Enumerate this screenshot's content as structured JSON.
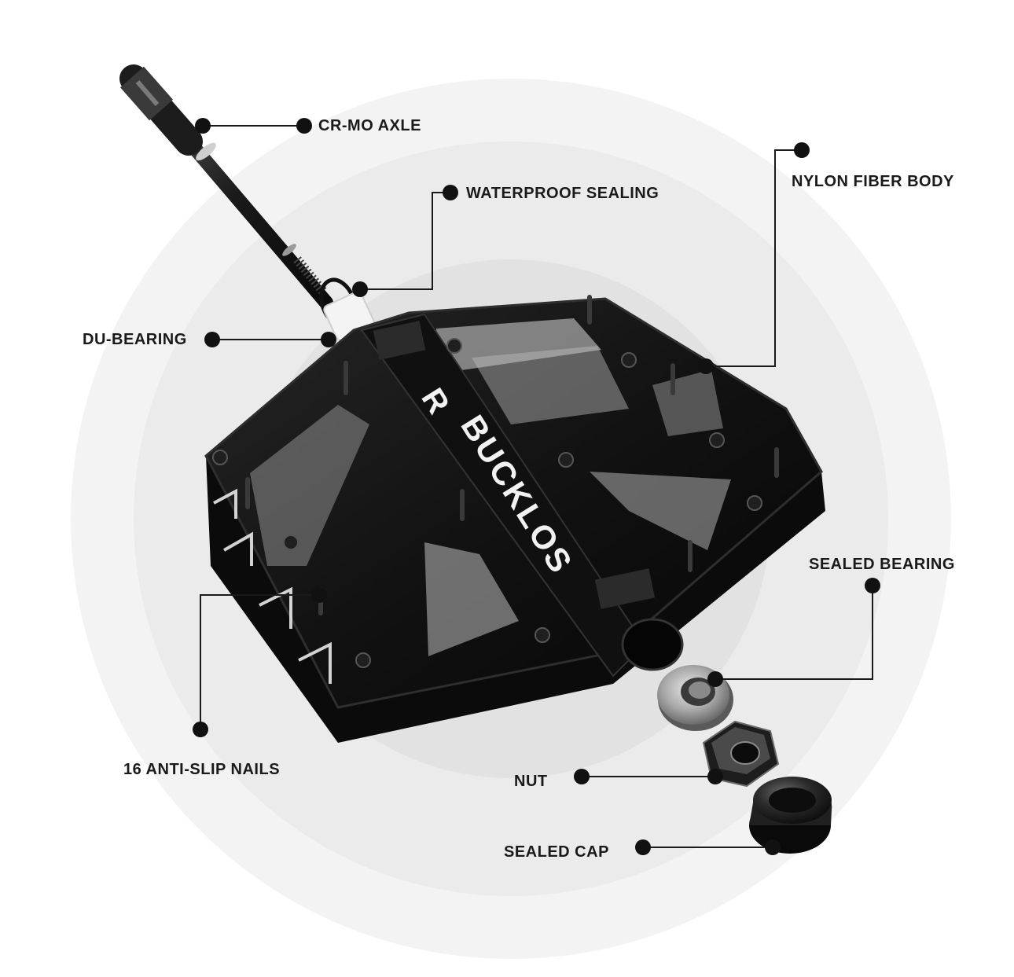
{
  "diagram": {
    "brand": {
      "side_letter": "R",
      "name": "BUCKLOS"
    },
    "labels": {
      "axle": "CR-MO AXLE",
      "waterproof_sealing": "WATERPROOF SEALING",
      "nylon_body": "NYLON FIBER BODY",
      "du_bearing": "DU-BEARING",
      "sealed_bearing": "SEALED BEARING",
      "anti_slip_nails": "16 ANTI-SLIP NAILS",
      "nut": "NUT",
      "sealed_cap": "SEALED CAP"
    },
    "colors": {
      "ring_outer": "#f3f3f3",
      "ring_mid": "#ebebeb",
      "ring_inner": "#e2e2e2",
      "pedal_body": "#141414",
      "pedal_edge": "#2e2e2e",
      "leader_line": "#1a1a1a",
      "label_text": "#1a1a1a"
    }
  }
}
